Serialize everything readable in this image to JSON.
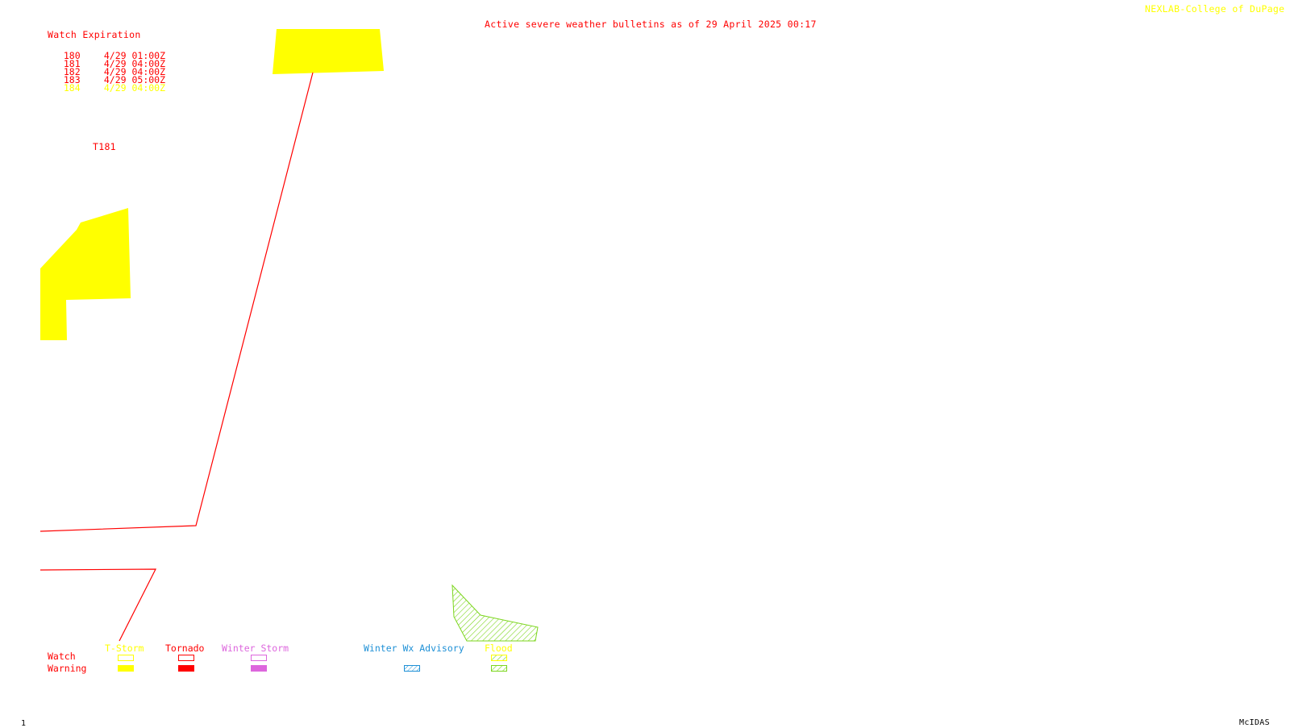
{
  "header": {
    "credit": "NEXLAB-College of DuPage R",
    "title": "Active severe weather bulletins as of 29 April 2025 00:17"
  },
  "watch_table": {
    "heading": "Watch Expiration",
    "rows": [
      {
        "number": "180",
        "expires": "4/29 01:00Z",
        "color": "#ff0000"
      },
      {
        "number": "181",
        "expires": "4/29 04:00Z",
        "color": "#ff0000"
      },
      {
        "number": "182",
        "expires": "4/29 04:00Z",
        "color": "#ff0000"
      },
      {
        "number": "183",
        "expires": "4/29 05:00Z",
        "color": "#ff0000"
      },
      {
        "number": "184",
        "expires": "4/29 04:00Z",
        "color": "#ffff00"
      }
    ]
  },
  "map_labels": {
    "watch_label": "T181"
  },
  "legend": {
    "columns": [
      {
        "label": "T-Storm",
        "color": "#ffff00"
      },
      {
        "label": "Tornado",
        "color": "#ff0000"
      },
      {
        "label": "Winter Storm",
        "color": "#dd66dd"
      },
      {
        "label": "Winter Wx Advisory",
        "color": "#1e90d6"
      },
      {
        "label": "Flood",
        "color": "#ffff00"
      }
    ],
    "rows": {
      "watch": "Watch",
      "warning": "Warning"
    }
  },
  "footer": {
    "frame_number": "1",
    "software": "McIDAS"
  },
  "colors": {
    "background": "#ffffff",
    "tstorm_warning": "#ffff00",
    "tornado_watch_outline": "#ff0000",
    "flood_hatch": "#7cd61e",
    "winter_storm": "#dd66dd",
    "winter_advisory": "#1e90d6"
  }
}
